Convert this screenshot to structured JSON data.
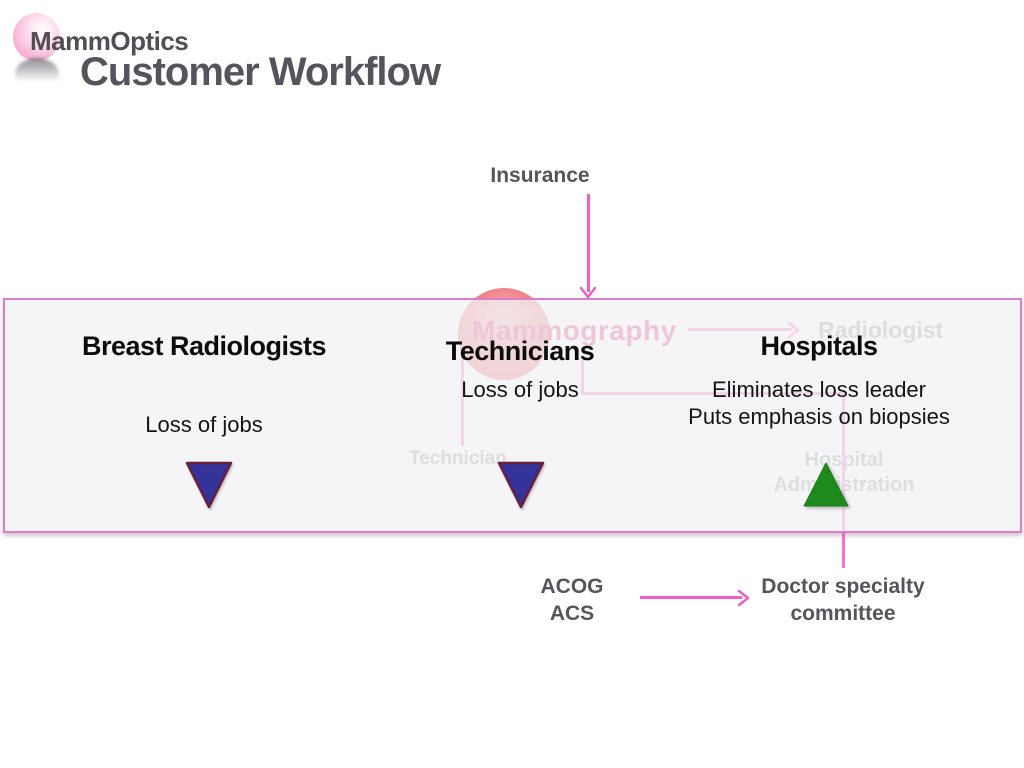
{
  "header": {
    "brand": "MammOptics",
    "title": "Customer Workflow"
  },
  "flow_external": {
    "insurance_label": "Insurance",
    "acog": {
      "line1": "ACOG",
      "line2": "ACS"
    },
    "committee": {
      "line1": "Doctor specialty",
      "line2": "committee"
    }
  },
  "background_nodes": {
    "mammography_label": "Mammography",
    "radiologist_label": "Radiologist",
    "technician_label": "Technician",
    "hospital_admin": {
      "line1": "Hospital",
      "line2": "Administration"
    }
  },
  "panel": {
    "columns": [
      {
        "title": "Breast Radiologists",
        "note1": "Loss of jobs",
        "indicator": "down"
      },
      {
        "title": "Technicians",
        "note1": "Loss of jobs",
        "indicator": "down"
      },
      {
        "title": "Hospitals",
        "note1": "Eliminates loss leader",
        "note2": "Puts emphasis on biopsies",
        "indicator": "up"
      }
    ]
  },
  "colors": {
    "accent_pink_arrow": "#f25fc3",
    "faded_pink_connector": "#fa70ca",
    "panel_border_pink": "#dc7ec5",
    "panel_fill": "#f4f3f4",
    "faded_pink_text": "#e0307e",
    "faded_gray_text": "#98959c",
    "circle_salmon": "#ef7d80",
    "triangle_down_fill": "#33339a",
    "triangle_down_stroke": "#6b1f3e",
    "triangle_up_fill": "#1e8a1e",
    "heading_gray": "#56535c",
    "label_gray": "#57545c",
    "logo_pink": "#f095c7"
  }
}
